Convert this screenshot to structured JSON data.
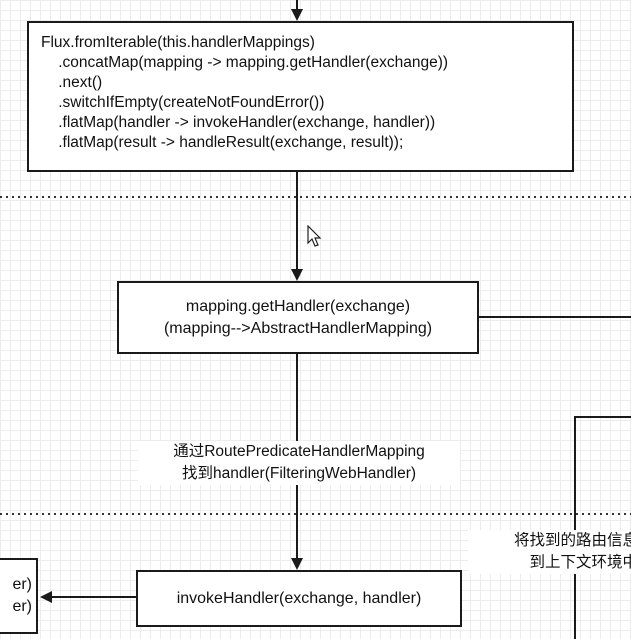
{
  "code_box": {
    "lines": [
      "Flux.fromIterable(this.handlerMappings)",
      "    .concatMap(mapping -> mapping.getHandler(exchange))",
      "    .next()",
      "    .switchIfEmpty(createNotFoundError())",
      "    .flatMap(handler -> invokeHandler(exchange, handler))",
      "    .flatMap(result -> handleResult(exchange, result));"
    ]
  },
  "get_handler_box": {
    "line1": "mapping.getHandler(exchange)",
    "line2": "(mapping-->AbstractHandlerMapping)"
  },
  "edge_label_middle": {
    "line1": "通过RoutePredicateHandlerMapping",
    "line2": "找到handler(FilteringWebHandler)"
  },
  "edge_label_right": {
    "line1": "将找到的路由信息",
    "line2": "到上下文环境中"
  },
  "invoke_handler_box": {
    "text": "invokeHandler(exchange, handler)"
  },
  "left_partial_box": {
    "line1": "er)",
    "line2": "er)"
  },
  "colors": {
    "stroke": "#1a1a1a",
    "grid": "#ececec",
    "background": "#ffffff"
  }
}
